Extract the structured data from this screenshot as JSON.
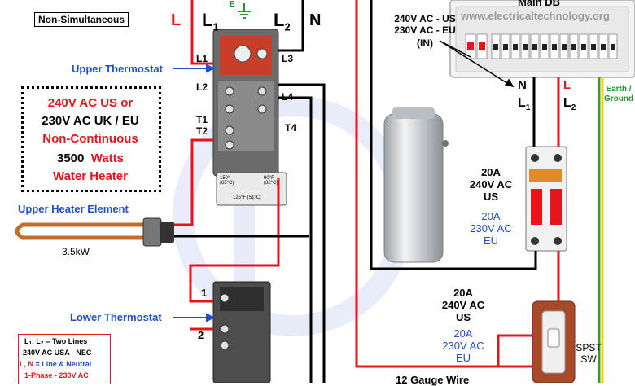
{
  "title_badge": "Non-Simultaneous",
  "top_terminals": {
    "e": "E",
    "l1": "L",
    "l1_sub": "1",
    "l2": "L",
    "l2_sub": "2",
    "n": "N",
    "l": "L"
  },
  "upper_thermostat": {
    "label": "Upper Thermostat",
    "t_l1": "L1",
    "t_l2": "L2",
    "t_l3": "L3",
    "t_l4": "L4",
    "t_t1": "T1",
    "t_t2": "T2",
    "t_t4": "T4",
    "dial_left": "150°\n(65°C)",
    "dial_right": "90°F\n(32°C)",
    "dial_bottom": "125°F (51°C)"
  },
  "spec_box": {
    "line1": "240V AC US or",
    "line2": "230V AC UK / EU",
    "line3": "Non-Continuous",
    "line4_a": "3500",
    "line4_b": "Watts",
    "line5": "Water Heater"
  },
  "element": {
    "label": "Upper Heater Element",
    "rating": "3.5kW"
  },
  "lower_thermostat": {
    "label": "Lower Thermostat",
    "t1": "1",
    "t2": "2"
  },
  "legend": {
    "line1": "L₁, L₂ = Two Lines",
    "line2": "240V AC  USA - NEC",
    "line3_a": "L, N",
    "line3_b": " = Line & Neutral",
    "line4": "1-Phase - 230V AC"
  },
  "main_db": {
    "title": "Main DB",
    "watermark": "www.electricaltechnology.org",
    "supply_1": "240V AC - US",
    "supply_2": "230V AC - EU",
    "supply_3": "(IN)",
    "out_n": "N",
    "out_l": "L",
    "out_l1": "L",
    "out_l1_sub": "1",
    "out_l2": "L",
    "out_l2_sub": "2"
  },
  "earth": {
    "line1": "Earth /",
    "line2": "Ground"
  },
  "breaker": {
    "line1": "20A",
    "line2": "240V AC",
    "line3": "US",
    "line4": "20A",
    "line5": "230V AC",
    "line6": "EU"
  },
  "switch": {
    "line1": "20A",
    "line2": "240V AC",
    "line3": "US",
    "line4": "20A",
    "line5": "230V AC",
    "line6": "EU",
    "tag1": "SPST",
    "tag2": "SW"
  },
  "wire_label": "12 Gauge Wire",
  "colors": {
    "line_red": "#e8141b",
    "neutral_black": "#000000",
    "label_blue": "#1f4fd6",
    "earth_green": "#3f9e1c",
    "earth_yellow": "#e6d51a"
  }
}
